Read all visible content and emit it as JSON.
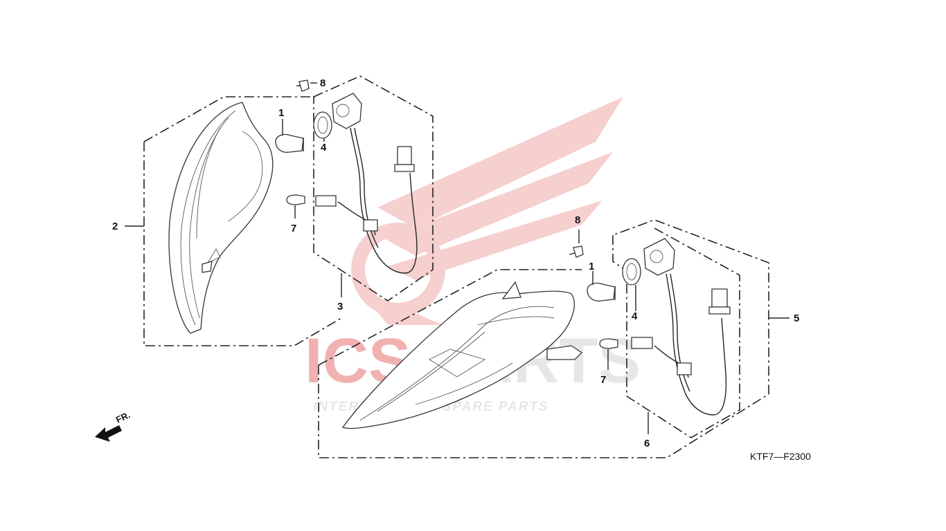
{
  "diagram": {
    "code": "KTF7—F2300",
    "direction_label": "FR.",
    "callouts": {
      "c1a": "1",
      "c1b": "1",
      "c2": "2",
      "c3": "3",
      "c4a": "4",
      "c4b": "4",
      "c5": "5",
      "c6": "6",
      "c7a": "7",
      "c7b": "7",
      "c8a": "8",
      "c8b": "8"
    }
  },
  "watermark": {
    "brand_left": "ICS",
    "brand_right": "PARTS",
    "tagline": "INTERNATIONAL SPARE PARTS",
    "logo_color": "#e25555",
    "text_color": "#d0d0d0"
  }
}
